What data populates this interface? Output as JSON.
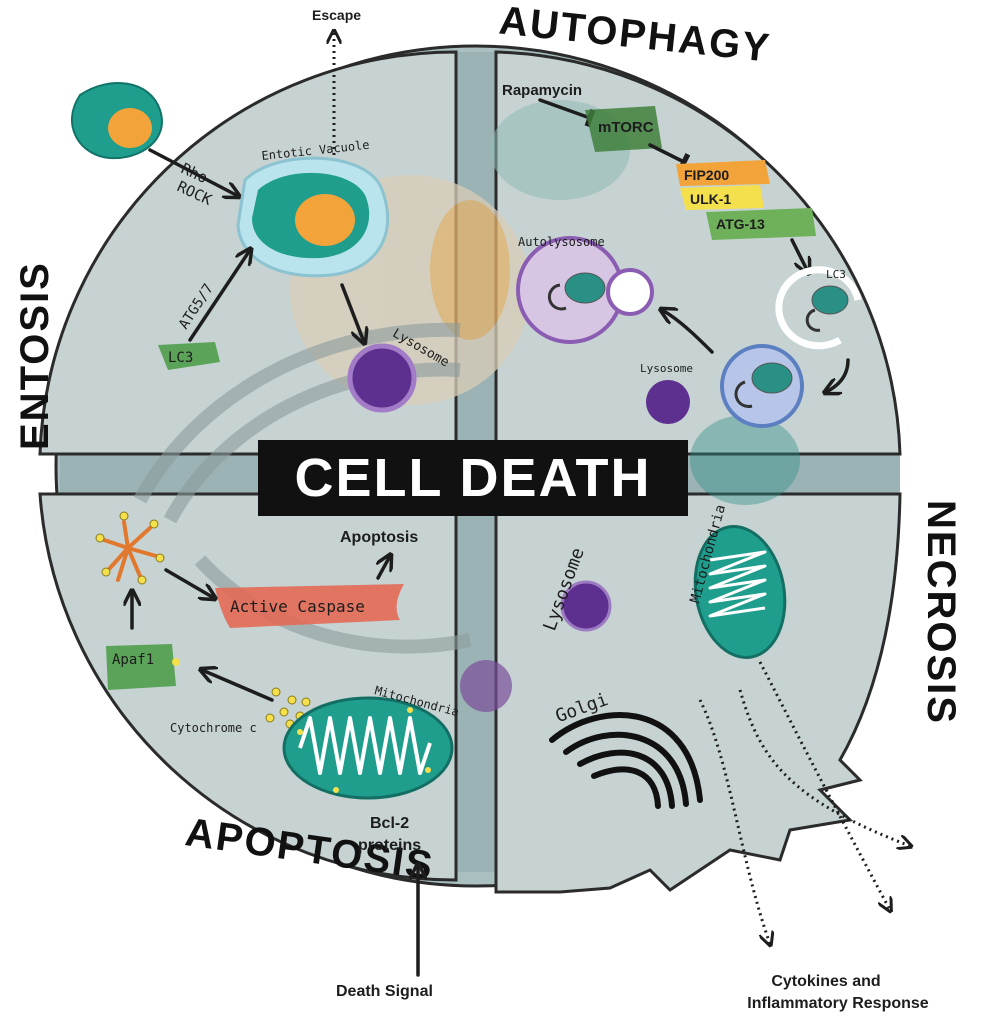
{
  "title": "CELL DEATH",
  "quadrants": {
    "entosis": "ENTOSIS",
    "autophagy": "AUTOPHAGY",
    "apoptosis": "APOPTOSIS",
    "necrosis": "NECROSIS"
  },
  "entosis": {
    "escape": "Escape",
    "entotic_vacuole": "Entotic Vacuole",
    "rho": "Rho",
    "rock": "ROCK",
    "atg": "ATG5/7",
    "lc3": "LC3",
    "lysosome": "Lysosome"
  },
  "autophagy": {
    "rapamycin": "Rapamycin",
    "mtorc": "mTORC",
    "fip200": "FIP200",
    "ulk1": "ULK-1",
    "atg13": "ATG-13",
    "lc3": "LC3",
    "autolysosome": "Autolysosome",
    "lysosome": "Lysosome"
  },
  "apoptosis": {
    "apoptosis_label": "Apoptosis",
    "active_caspase": "Active Caspase",
    "apaf1": "Apaf1",
    "cytochrome_c": "Cytochrome c",
    "mitochondria": "Mitochondria",
    "bcl2_line1": "Bcl-2",
    "bcl2_line2": "proteins",
    "death_signal": "Death Signal"
  },
  "necrosis": {
    "lysosome": "Lysosome",
    "mitochondria": "Mitochondria",
    "golgi": "Golgi",
    "cytokines_line1": "Cytokines and",
    "cytokines_line2": "Inflammatory Response"
  },
  "colors": {
    "cytoplasm": "#c6d3d2",
    "membrane": "#2b2b2b",
    "nucleus": "#d9cdb8",
    "teal": "#1f9e8e",
    "orange": "#f2a43a",
    "purple": "#5d2f8f",
    "caspase": "#e36a55",
    "green_label": "#4f9d4a",
    "banner": "#111111"
  }
}
